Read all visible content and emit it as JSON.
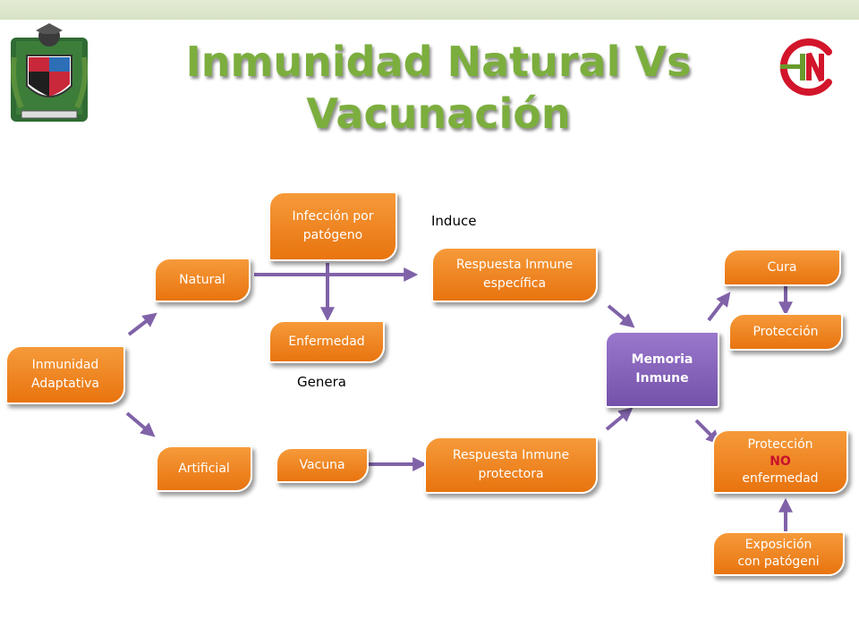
{
  "slide": {
    "title_line1": "Inmunidad Natural Vs",
    "title_line2": "Vacunación"
  },
  "colors": {
    "title": "#7cae3e",
    "node_orange": "#f08a2a",
    "node_purple": "#8462bb",
    "arrow": "#8062a8",
    "accent_red": "#c8102e",
    "logo_red": "#d2152b",
    "logo_green": "#6a9a2e"
  },
  "logos": {
    "left": {
      "icon": "university-coat-of-arms"
    },
    "right": {
      "icon": "cin-logo",
      "text": "CIN"
    }
  },
  "nodes": {
    "inmunidad_adaptativa": {
      "line1": "Inmunidad",
      "line2": "Adaptativa"
    },
    "natural": {
      "text": "Natural"
    },
    "artificial": {
      "text": "Artificial"
    },
    "infeccion": {
      "line1": "Infección por",
      "line2": "patógeno"
    },
    "enfermedad": {
      "text": "Enfermedad"
    },
    "vacuna": {
      "text": "Vacuna"
    },
    "respuesta_especifica": {
      "line1": "Respuesta Inmune",
      "line2": "específica"
    },
    "respuesta_protectora": {
      "line1": "Respuesta Inmune",
      "line2": "protectora"
    },
    "memoria_inmune": {
      "line1": "Memoria",
      "line2": "Inmune"
    },
    "cura": {
      "text": "Cura"
    },
    "proteccion": {
      "text": "Protección"
    },
    "proteccion_no": {
      "line1": "Protección",
      "line2": "NO",
      "line3": "enfermedad"
    },
    "exposicion": {
      "line1": "Exposición",
      "line2": "con patógeni"
    }
  },
  "labels": {
    "induce": "Induce",
    "genera": "Genera"
  }
}
